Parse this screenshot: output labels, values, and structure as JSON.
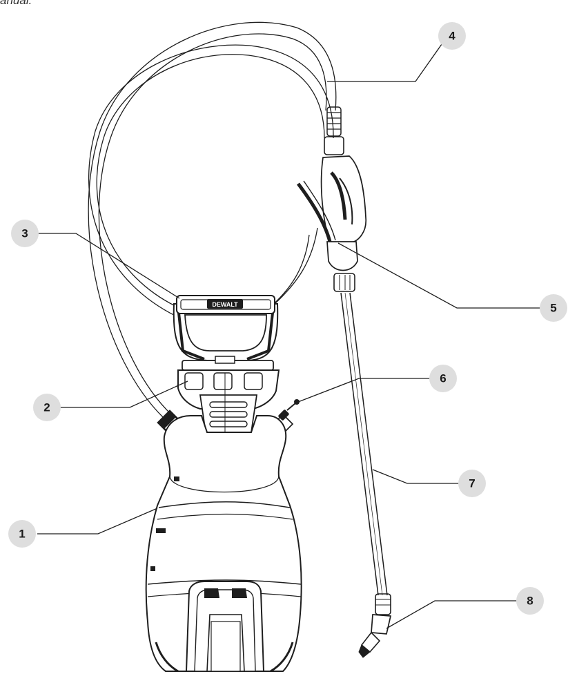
{
  "caption": "anual.",
  "brand_label": "DEWALT",
  "callouts": [
    {
      "id": "1",
      "label": "1"
    },
    {
      "id": "2",
      "label": "2"
    },
    {
      "id": "3",
      "label": "3"
    },
    {
      "id": "4",
      "label": "4"
    },
    {
      "id": "5",
      "label": "5"
    },
    {
      "id": "6",
      "label": "6"
    },
    {
      "id": "7",
      "label": "7"
    },
    {
      "id": "8",
      "label": "8"
    }
  ],
  "colors": {
    "badge": "#dedede",
    "line": "#1e1e1e",
    "background": "#ffffff"
  }
}
